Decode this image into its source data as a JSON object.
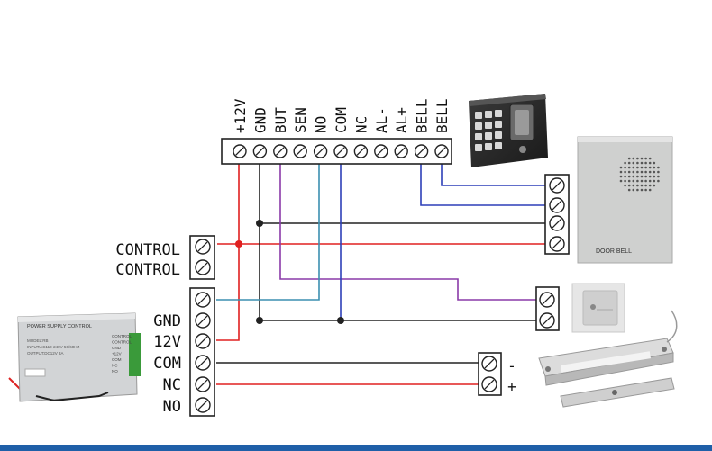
{
  "top_terminals": [
    "+12V",
    "GND",
    "BUT",
    "SEN",
    "NO",
    "COM",
    "NC",
    "AL-",
    "AL+",
    "BELL",
    "BELL"
  ],
  "control_labels": [
    "CONTROL",
    "CONTROL"
  ],
  "psu_terminals": [
    "GND",
    "12V",
    "COM",
    "NC",
    "NO"
  ],
  "lock_polarity": [
    "-",
    "+"
  ],
  "psu_box": {
    "title": "POWER SUPPLY CONTROL",
    "lines": [
      "MODEL:RB",
      "INPUT:AC110-240V 50/60HZ",
      "OUTPUT:DC12V 3A"
    ],
    "side_labels": [
      "CONTROL",
      "CONTROL",
      "GND",
      "+12V",
      "COM",
      "NC",
      "NO"
    ]
  },
  "door_bell_label": "DOOR BELL",
  "colors": {
    "red": "#e02020",
    "black": "#222222",
    "purple": "#8a3aa8",
    "blue": "#2d3fb8",
    "teal": "#3c8fb0",
    "accent_bar": "#1f5fa8"
  }
}
